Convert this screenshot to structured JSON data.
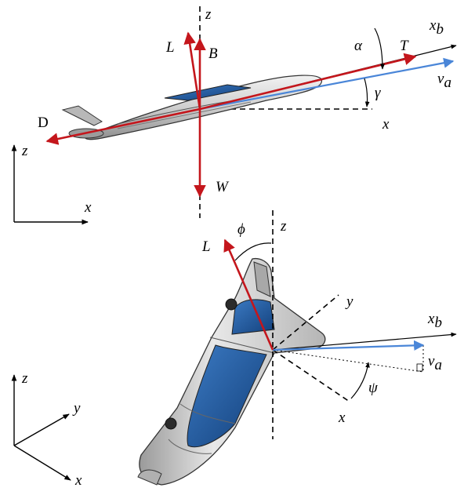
{
  "top_view": {
    "forces": {
      "lift": "L",
      "buoyancy": "B",
      "drag": "D",
      "weight": "W",
      "thrust": "T"
    },
    "axes": {
      "z": "z",
      "x": "x",
      "xb": "x",
      "xb_sub": "b",
      "va": "v",
      "va_sub": "a"
    },
    "angles": {
      "alpha": "α",
      "gamma": "γ"
    }
  },
  "top_frame": {
    "z": "z",
    "x": "x"
  },
  "bottom_view": {
    "forces": {
      "lift": "L"
    },
    "axes": {
      "z": "z",
      "x": "x",
      "y": "y",
      "xb": "x",
      "xb_sub": "b",
      "va": "v",
      "va_sub": "a"
    },
    "angles": {
      "phi": "ϕ",
      "psi": "ψ"
    }
  },
  "bottom_frame": {
    "z": "z",
    "y": "y",
    "x": "x"
  },
  "colors": {
    "force": "#c4161c",
    "velocity": "#4a86d8",
    "hull": "#c8c8c8",
    "window": "#1f5fa8"
  }
}
